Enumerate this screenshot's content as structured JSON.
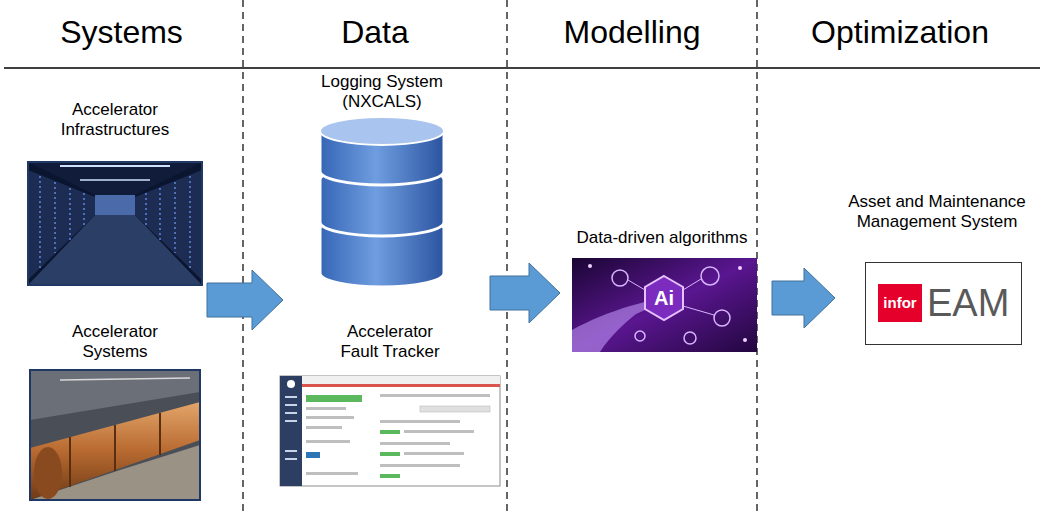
{
  "diagram": {
    "nodes": [
      {
        "text": [
          "Systems"
        ]
      },
      {
        "text": [
          "Accelerator Infrastructures"
        ],
        "in": 0
      },
      {
        "text": [
          "Accelerator Systems"
        ],
        "in": 0
      },
      {
        "text": [
          "Data"
        ]
      },
      {
        "text": [
          "Logging System (NXCALS)"
        ],
        "in": 3
      },
      {
        "text": [
          "Accelerator Fault Tracker"
        ],
        "in": 3
      },
      {
        "text": [
          "Modelling"
        ]
      },
      {
        "text": [
          "Data-driven algorithms"
        ],
        "in": 6
      },
      {
        "text": [
          "Optimization"
        ]
      },
      {
        "text": [
          "Asset and Maintenance Management System",
          "infor",
          "EAM"
        ],
        "in": 8
      }
    ],
    "edges": [
      {
        "from": 0,
        "to": 3,
        "arrow": "to"
      },
      {
        "from": 3,
        "to": 6,
        "arrow": "to"
      },
      {
        "from": 6,
        "to": 8,
        "arrow": "to"
      }
    ],
    "labels": [
      "Ai"
    ]
  }
}
